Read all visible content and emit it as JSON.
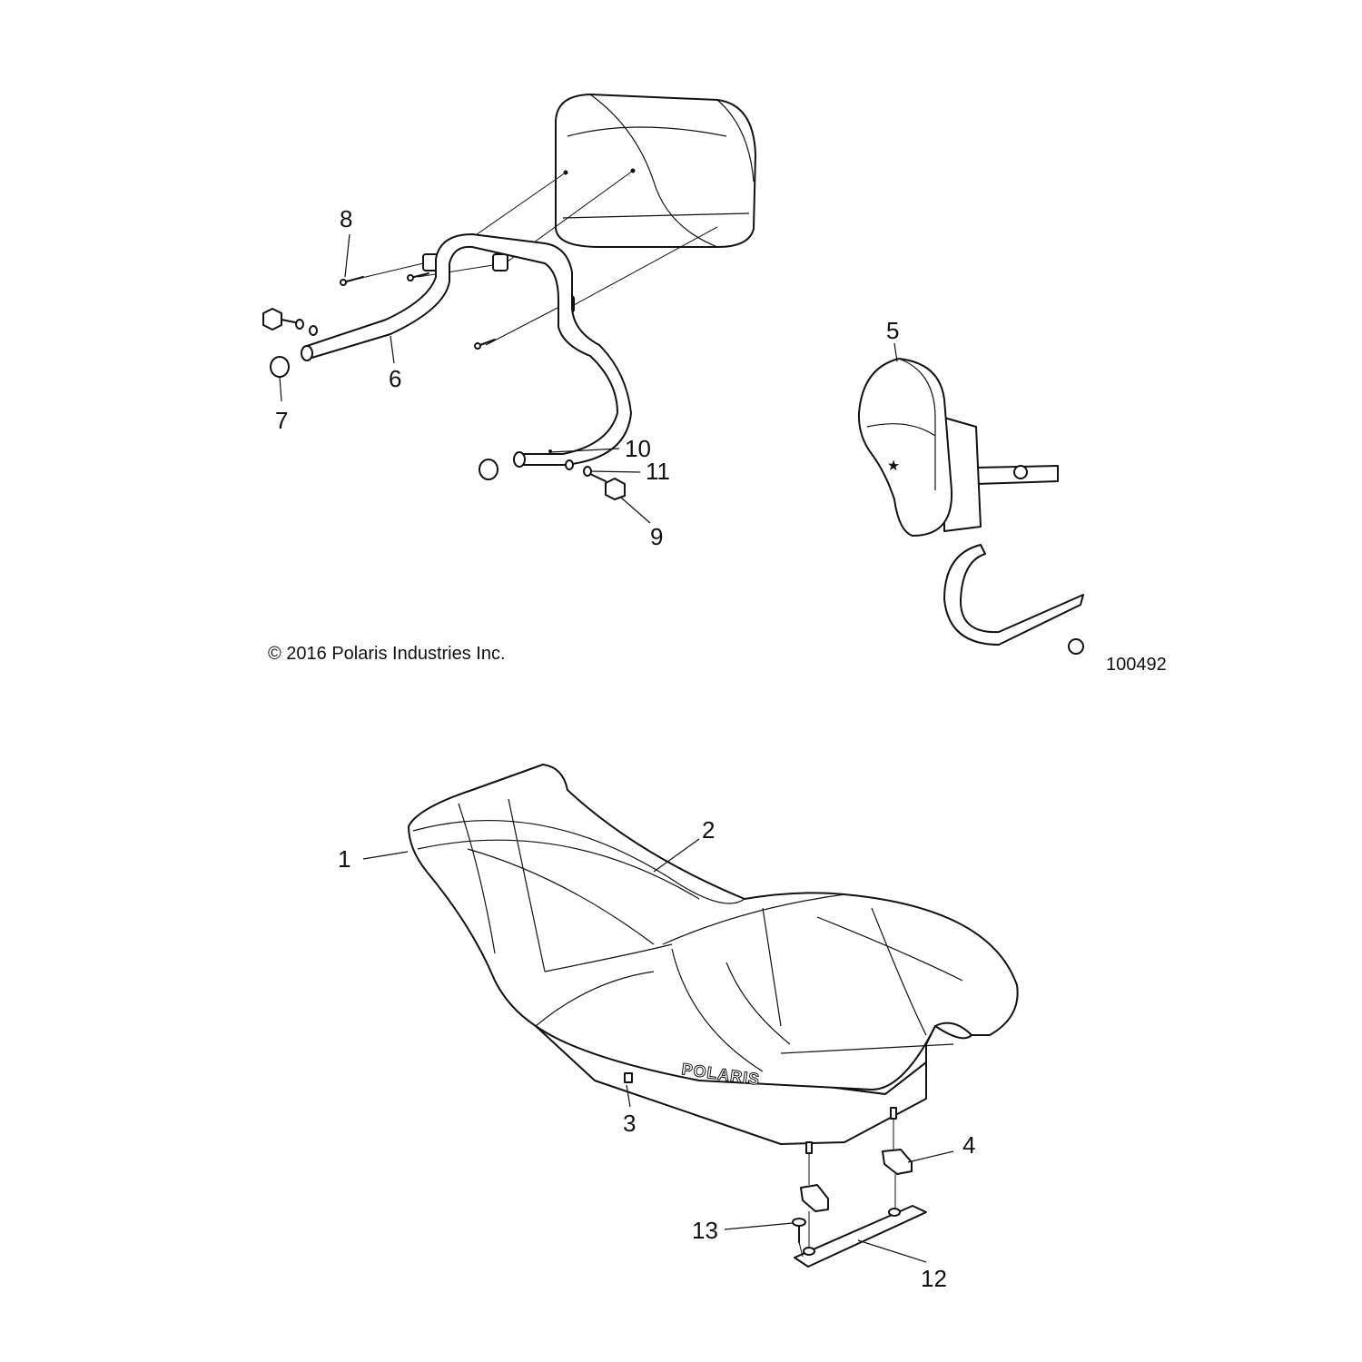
{
  "callouts": [
    {
      "id": "1",
      "label": "1"
    },
    {
      "id": "2",
      "label": "2"
    },
    {
      "id": "3",
      "label": "3"
    },
    {
      "id": "4",
      "label": "4"
    },
    {
      "id": "5",
      "label": "5"
    },
    {
      "id": "6",
      "label": "6"
    },
    {
      "id": "7",
      "label": "7"
    },
    {
      "id": "8",
      "label": "8"
    },
    {
      "id": "9",
      "label": "9"
    },
    {
      "id": "10",
      "label": "10"
    },
    {
      "id": "11",
      "label": "11"
    },
    {
      "id": "12",
      "label": "12"
    },
    {
      "id": "13",
      "label": "13"
    }
  ],
  "copyright": "© 2016 Polaris Industries Inc.",
  "diagram_number": "100492",
  "logos": {
    "seat_brand": "POLARIS"
  }
}
